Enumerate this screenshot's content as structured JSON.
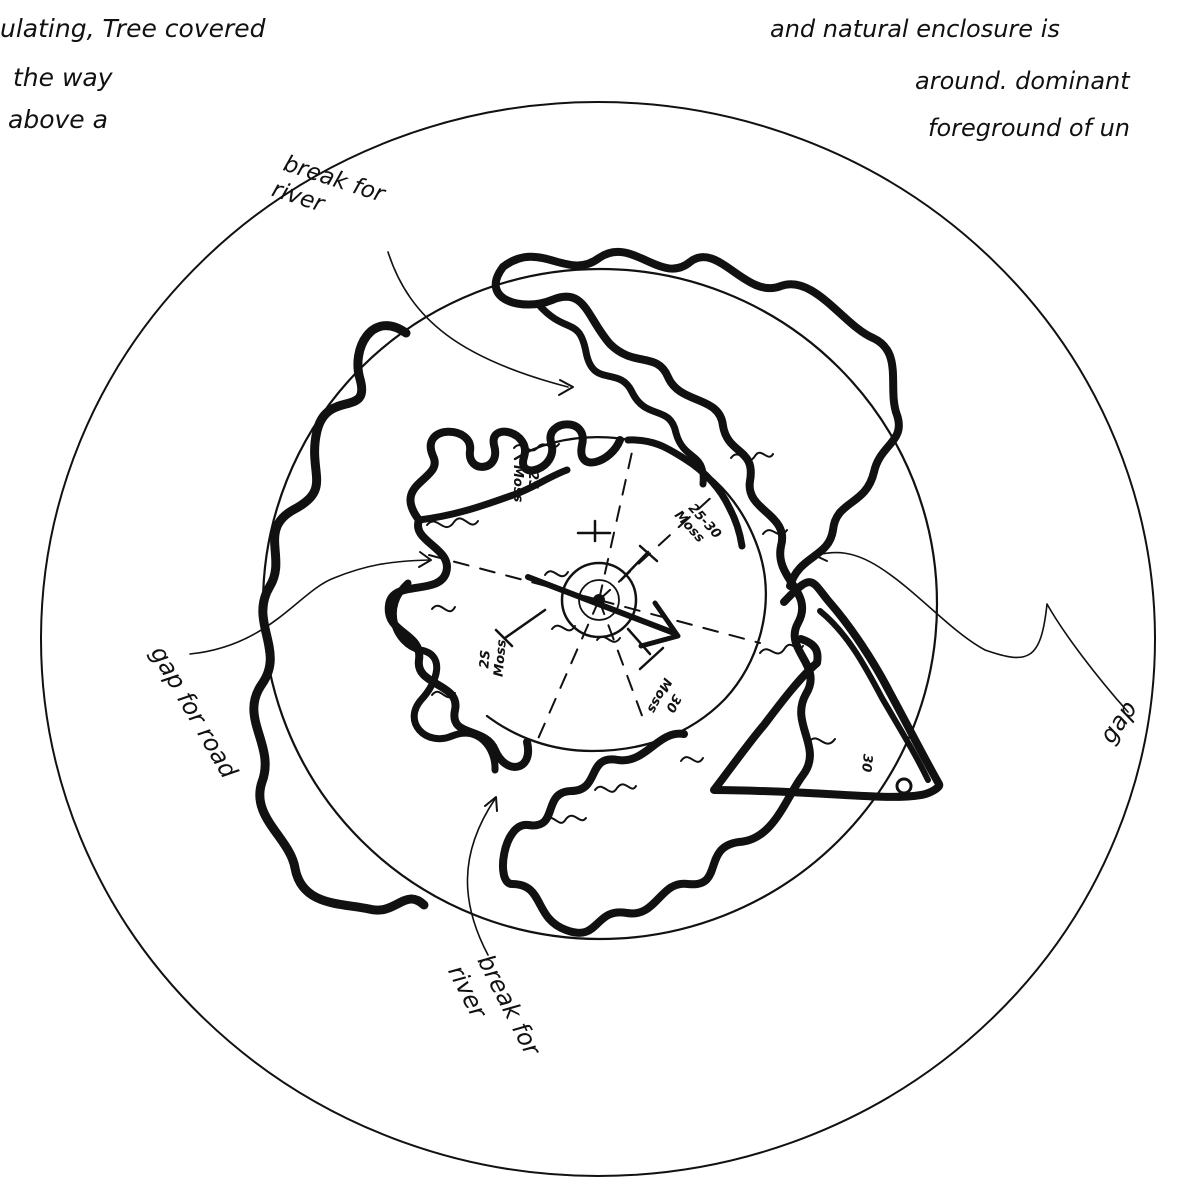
{
  "notes": {
    "top_left": [
      "ulating, Tree covered",
      "the way",
      "above a"
    ],
    "top_right": [
      "and natural enclosure is",
      "around. dominant",
      "foreground of un"
    ]
  },
  "labels": {
    "break_top": [
      "break for",
      "river"
    ],
    "gap_road": "gap for road",
    "break_bottom": [
      "break for",
      "river"
    ],
    "gap_right": "gap"
  },
  "zones": {
    "upper_left": [
      "2S",
      "Moss"
    ],
    "upper_right": [
      "25-30",
      "Moss"
    ],
    "left": [
      "2S",
      "Moss"
    ],
    "lower_right": [
      "30",
      "Moss"
    ],
    "spur": "30"
  },
  "colors": {
    "ink": "#111111",
    "paper": "#ffffff"
  }
}
